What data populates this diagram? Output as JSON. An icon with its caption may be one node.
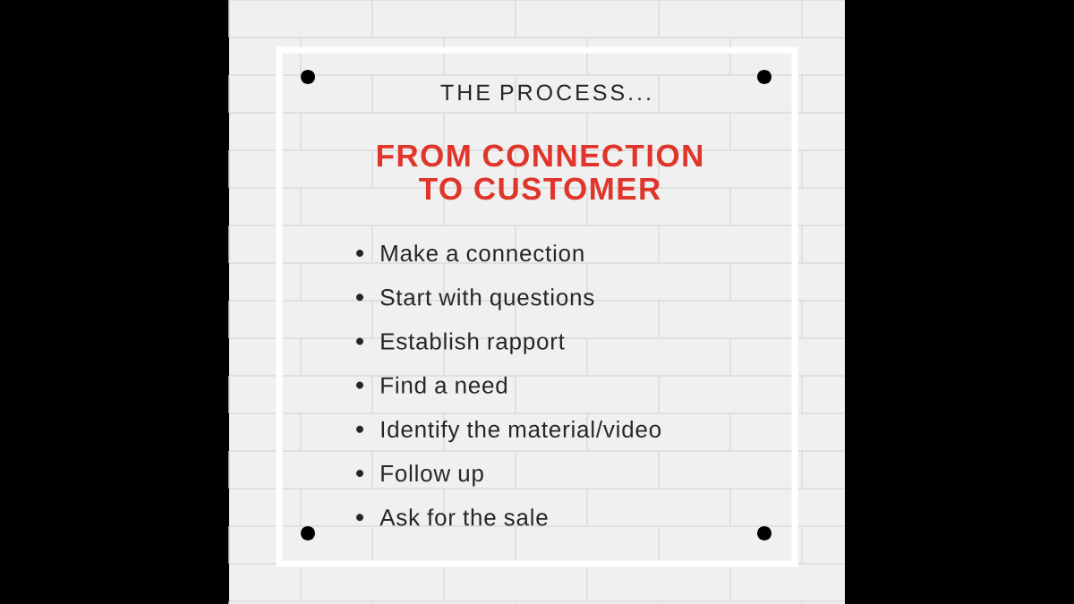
{
  "diagram": {
    "title": "THE PROCESS...",
    "labels": [
      "FROM CONNECTION TO CUSTOMER",
      "Make a connection",
      "Start with questions",
      "Establish rapport",
      "Find a need",
      "Identify the material/video",
      "Follow up",
      "Ask for the sale"
    ]
  }
}
